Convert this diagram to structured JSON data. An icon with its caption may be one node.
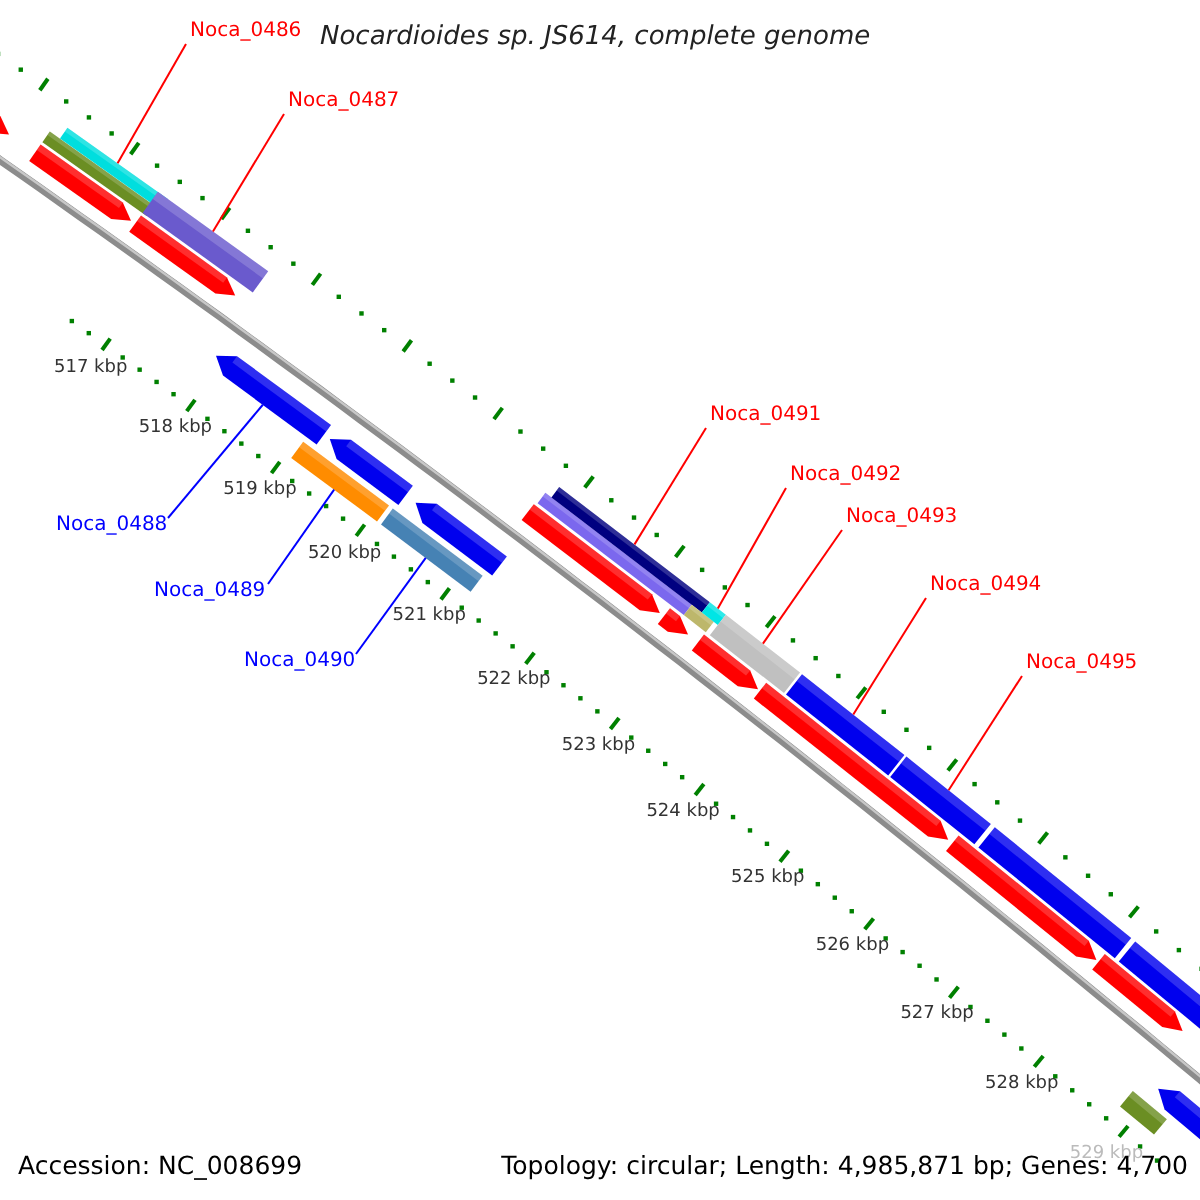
{
  "diagram": {
    "title": "Nocardioides sp. JS614, complete genome",
    "nodes": [
      {
        "text": [
          "Noca_0486"
        ]
      },
      {
        "text": [
          "Noca_0487"
        ]
      },
      {
        "text": [
          "Noca_0488"
        ]
      },
      {
        "text": [
          "Noca_0489"
        ]
      },
      {
        "text": [
          "Noca_0490"
        ]
      },
      {
        "text": [
          "Noca_0491"
        ]
      },
      {
        "text": [
          "Noca_0492"
        ]
      },
      {
        "text": [
          "Noca_0493"
        ]
      },
      {
        "text": [
          "Noca_0494"
        ]
      },
      {
        "text": [
          "Noca_0495"
        ]
      },
      {
        "text": [],
        "shape": "bar"
      },
      {
        "text": [],
        "shape": "bar"
      },
      {
        "text": [],
        "shape": "bar"
      },
      {
        "text": [],
        "shape": "bar"
      },
      {
        "text": [],
        "shape": "bar"
      },
      {
        "text": [],
        "shape": "bar"
      },
      {
        "text": [],
        "shape": "bar"
      },
      {
        "text": [],
        "shape": "bar"
      },
      {
        "text": [],
        "shape": "bar"
      },
      {
        "text": [],
        "shape": "bar"
      },
      {
        "text": [],
        "shape": "bar"
      },
      {
        "text": [],
        "shape": "bar"
      },
      {
        "text": [],
        "shape": "bar"
      },
      {
        "text": [],
        "shape": "bar"
      },
      {
        "text": [],
        "shape": "bar"
      },
      {
        "text": [],
        "shape": "bar"
      },
      {
        "text": [],
        "shape": "bar"
      },
      {
        "text": [],
        "shape": "bar"
      },
      {
        "text": [],
        "shape": "bar"
      },
      {
        "text": [],
        "shape": "bar"
      },
      {
        "text": [],
        "shape": "bar"
      },
      {
        "text": [],
        "shape": "bar"
      },
      {
        "text": [],
        "shape": "bar"
      },
      {
        "text": [],
        "shape": "bar"
      },
      {
        "text": [],
        "shape": "bar"
      },
      {
        "text": [],
        "shape": "bar"
      },
      {
        "text": [],
        "shape": "bar"
      },
      {
        "text": [],
        "shape": "bar"
      }
    ],
    "edges": [
      {
        "from": 0,
        "to": 13,
        "arrow": "none"
      },
      {
        "from": 1,
        "to": 14,
        "arrow": "none"
      },
      {
        "from": 2,
        "to": 16,
        "arrow": "none",
        "color": "#0000ff"
      },
      {
        "from": 3,
        "to": 17,
        "arrow": "none",
        "color": "#0000ff"
      },
      {
        "from": 4,
        "to": 19,
        "arrow": "none",
        "color": "#0000ff"
      },
      {
        "from": 5,
        "to": 23,
        "arrow": "none"
      },
      {
        "from": 6,
        "to": 26,
        "arrow": "none"
      },
      {
        "from": 7,
        "to": 28,
        "arrow": "none"
      },
      {
        "from": 8,
        "to": 30,
        "arrow": "none"
      },
      {
        "from": 9,
        "to": 31,
        "arrow": "none"
      }
    ],
    "labels": [
      "517 kbp",
      "518 kbp",
      "519 kbp",
      "520 kbp",
      "521 kbp",
      "522 kbp",
      "523 kbp",
      "524 kbp",
      "525 kbp",
      "526 kbp",
      "527 kbp",
      "528 kbp",
      "529 kbp",
      "Accession: NC_008699",
      "Topology: circular; Length: 4,985,871 bp; Genes: 4,700"
    ]
  }
}
